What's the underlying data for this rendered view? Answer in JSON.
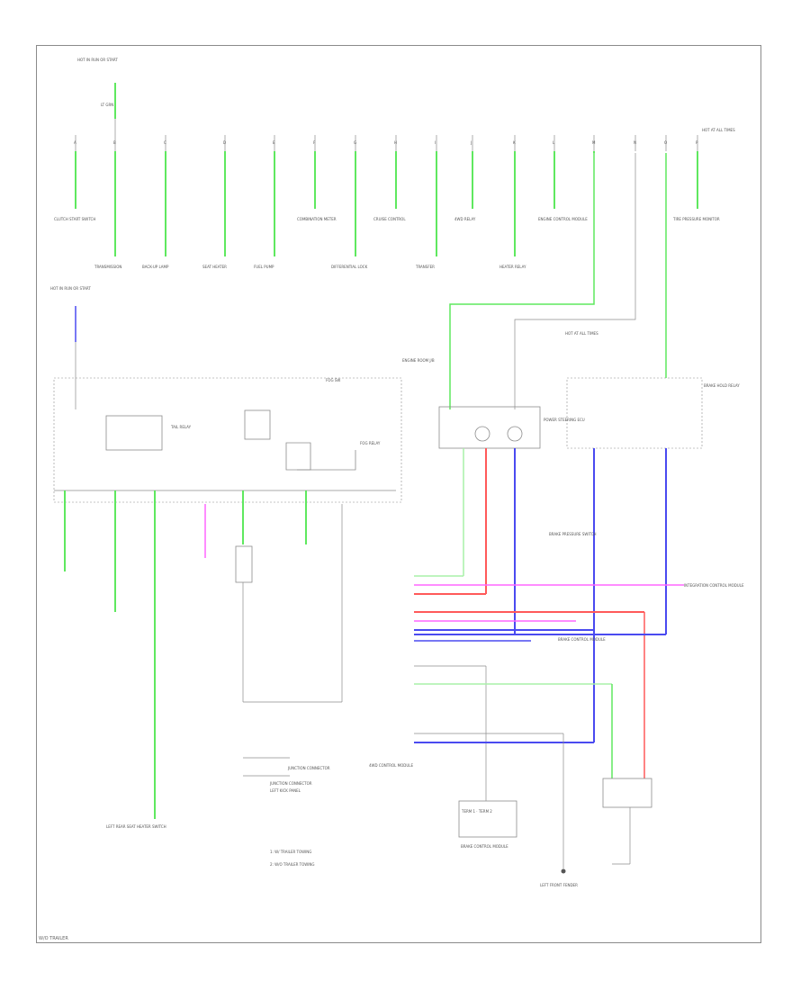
{
  "diagram": {
    "wire_colors": {
      "green": "#5fe85f",
      "red": "#ff5a5a",
      "blue": "#4a4af0",
      "pink": "#ff66ff",
      "gray": "#8c8c8c",
      "light_green": "#a8f0a8"
    },
    "top_fuse": {
      "label": "HOT IN RUN OR START",
      "circuit": "LT GRN"
    },
    "branch_codes": [
      "A",
      "B",
      "C",
      "D",
      "E",
      "F",
      "G",
      "H",
      "I",
      "J",
      "K",
      "L",
      "M",
      "N",
      "O",
      "P"
    ],
    "branch_labels": {
      "b1": "CLUTCH START SWITCH",
      "b2": "TRANSMISSION",
      "b3": "BACK-UP LAMP",
      "b4": "SEAT HEATER",
      "b5": "FUEL PUMP",
      "b6": "COMBINATION METER",
      "b7": "DIFFERENTIAL LOCK",
      "b8": "CRUISE CONTROL",
      "b9": "TRANSFER",
      "b10": "4WD RELAY",
      "b11": "HEATER RELAY",
      "b12": "ENGINE CONTROL MODULE",
      "b13": "TIRE PRESSURE MONITOR"
    },
    "upper_right_note": "HOT AT ALL TIMES",
    "fuse_box_left": "HOT IN RUN OR START",
    "fuse_box_right": "HOT AT ALL TIMES",
    "relay_left": "TAIL RELAY",
    "relay_mid": "FOG RELAY",
    "relay_sw": "FOG SW",
    "mid_note": "ENGINE ROOM J/B",
    "ecu_label": "POWER STEERING ECU",
    "right_relay_label": "BRAKE HOLD RELAY",
    "left_wire_box": "JUNCTION CONNECTOR",
    "bottom_left_note": "LEFT REAR SEAT HEATER SWITCH",
    "legend_1": "1: W/ TRAILER TOWING",
    "legend_2": "2: W/O TRAILER TOWING",
    "ground_left": "JUNCTION CONNECTOR",
    "ground_left2": "LEFT KICK PANEL",
    "ctrl_module": "BRAKE CONTROL MODULE",
    "ctrl_module_pins": "TERM 1 · TERM 2",
    "mid_block_note": "4WD CONTROL MODULE",
    "pressure_switch": "BRAKE PRESSURE SWITCH",
    "pink_dest": "INTEGRATION CONTROL MODULE",
    "ground_right": "LEFT FRONT FENDER",
    "footer": "W/O TRAILER"
  }
}
